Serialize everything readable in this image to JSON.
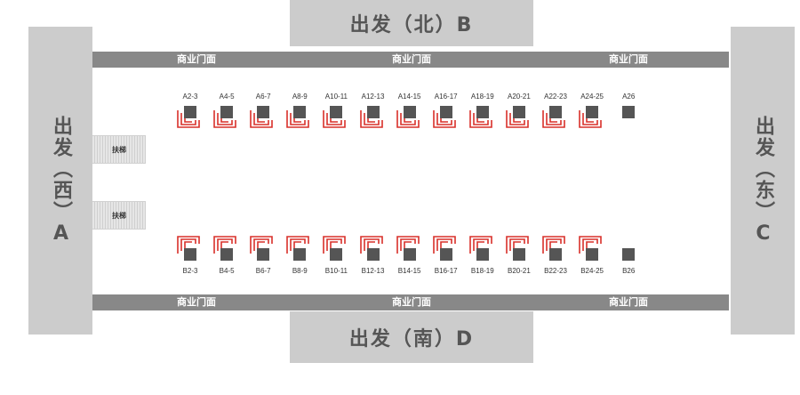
{
  "exits": {
    "north": "出发（北）B",
    "south": "出发（南）D",
    "west": "出发（西）A",
    "east": "出发（东）C"
  },
  "commercial_label": "商业门面",
  "escalator_label": "扶梯",
  "booths_top": [
    "A2-3",
    "A4-5",
    "A6-7",
    "A8-9",
    "A10-11",
    "A12-13",
    "A14-15",
    "A16-17",
    "A18-19",
    "A20-21",
    "A22-23",
    "A24-25",
    "A26"
  ],
  "booths_bottom": [
    "B2-3",
    "B4-5",
    "B6-7",
    "B8-9",
    "B10-11",
    "B12-13",
    "B14-15",
    "B16-17",
    "B18-19",
    "B20-21",
    "B22-23",
    "B24-25",
    "B26"
  ],
  "colors": {
    "exit_block": "#cccccc",
    "exit_text": "#555555",
    "bar": "#888888",
    "booth_square": "#555555",
    "symbol": "#d9302a"
  }
}
